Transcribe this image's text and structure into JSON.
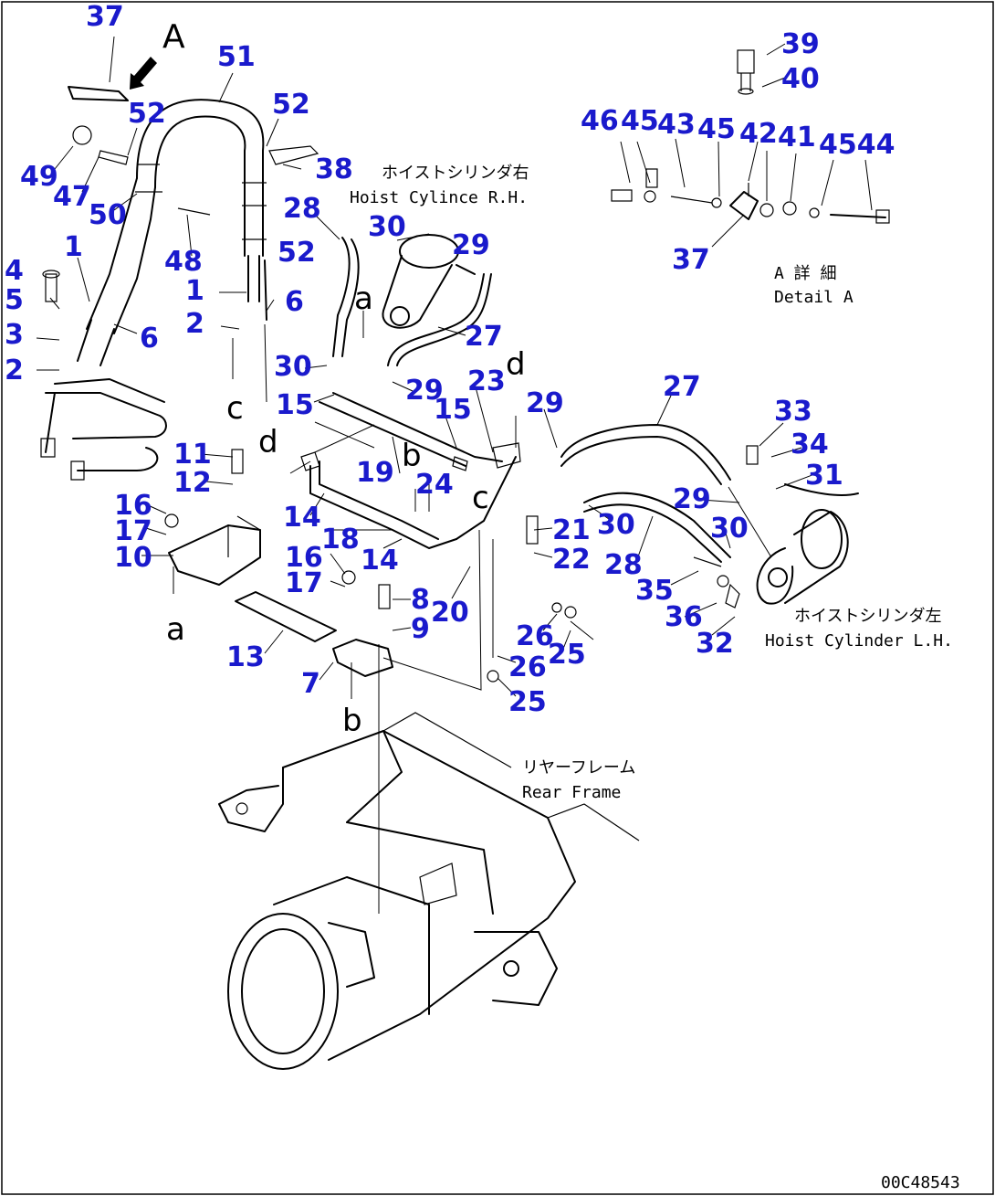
{
  "view_marker": "A",
  "drawing_number": "00C48543",
  "labels": {
    "hoist_rh_jp": "ホイストシリンダ右",
    "hoist_rh_en": "Hoist Cylince R.H.",
    "hoist_lh_jp": "ホイストシリンダ左",
    "hoist_lh_en": "Hoist Cylinder L.H.",
    "detail_jp": "A 詳 細",
    "detail_en": "Detail A",
    "rear_frame_jp": "リヤーフレーム",
    "rear_frame_en": "Rear Frame"
  },
  "ref_letters": [
    "a",
    "b",
    "c",
    "d"
  ],
  "callouts": [
    "37",
    "52",
    "51",
    "52",
    "38",
    "49",
    "47",
    "50",
    "48",
    "52",
    "1",
    "4",
    "5",
    "6",
    "3",
    "1",
    "6",
    "2",
    "2",
    "28",
    "30",
    "29",
    "27",
    "30",
    "15",
    "29",
    "23",
    "15",
    "19",
    "11",
    "12",
    "16",
    "17",
    "10",
    "14",
    "18",
    "24",
    "16",
    "17",
    "14",
    "21",
    "22",
    "20",
    "8",
    "9",
    "13",
    "7",
    "26",
    "25",
    "26",
    "25",
    "27",
    "29",
    "33",
    "34",
    "31",
    "29",
    "30",
    "30",
    "28",
    "35",
    "36",
    "32",
    "39",
    "40",
    "46",
    "45",
    "43",
    "45",
    "42",
    "41",
    "4544",
    "37"
  ]
}
